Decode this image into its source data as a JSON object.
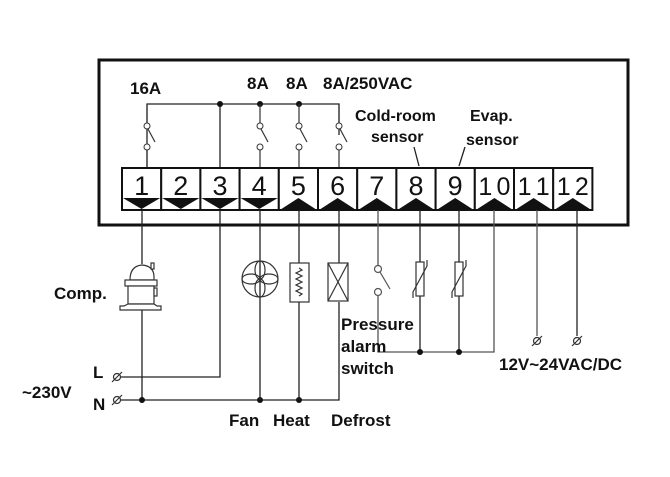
{
  "diagram": {
    "ratings": {
      "relay1": "16A",
      "relay4": "8A",
      "relay5": "8A",
      "relay6": "8A/250VAC"
    },
    "sensor_labels": {
      "cold_room_line1": "Cold-room",
      "cold_room_line2": "sensor",
      "evap_line1": "Evap.",
      "evap_line2": "sensor"
    },
    "terminals": [
      "1",
      "2",
      "3",
      "4",
      "5",
      "6",
      "7",
      "8",
      "9",
      "10",
      "11",
      "12"
    ],
    "loads": {
      "compressor": "Comp.",
      "fan": "Fan",
      "heat": "Heat",
      "defrost": "Defrost"
    },
    "pressure_switch": {
      "line1": "Pressure",
      "line2": "alarm",
      "line3": "switch"
    },
    "supply": {
      "voltage": "~230V",
      "line": "L",
      "neutral": "N",
      "power_supply": "12V~24VAC/DC"
    }
  }
}
